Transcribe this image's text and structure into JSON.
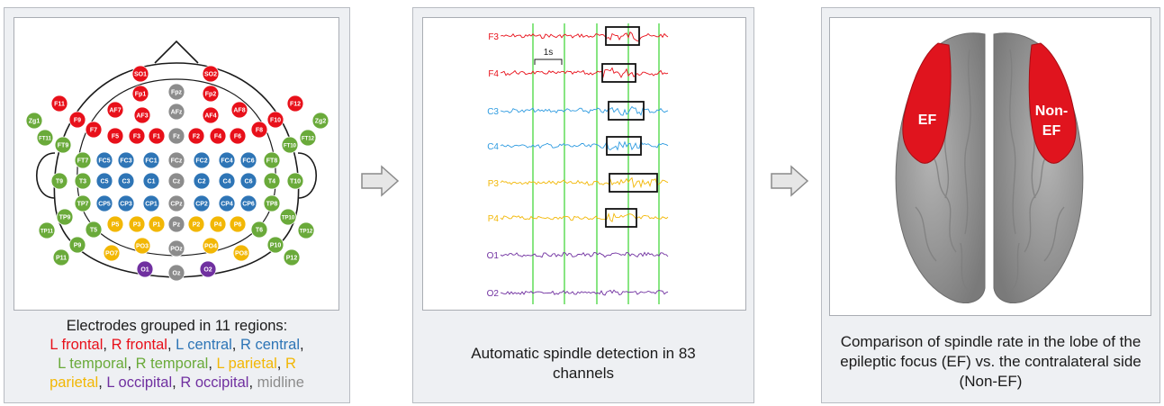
{
  "panel1": {
    "caption_line1": "Electrodes grouped in 11 regions:",
    "regions": [
      {
        "text": "L frontal",
        "color": "#e8101a"
      },
      {
        "text": ", ",
        "color": "#1a1a1a"
      },
      {
        "text": "R frontal",
        "color": "#e8101a"
      },
      {
        "text": ", ",
        "color": "#1a1a1a"
      },
      {
        "text": "L central",
        "color": "#2e75b6"
      },
      {
        "text": ", ",
        "color": "#1a1a1a"
      },
      {
        "text": "R central",
        "color": "#2e75b6"
      },
      {
        "text": ",",
        "color": "#1a1a1a"
      },
      {
        "text": "L temporal",
        "color": "#6aaa3a"
      },
      {
        "text": ", ",
        "color": "#1a1a1a"
      },
      {
        "text": "R temporal",
        "color": "#6aaa3a"
      },
      {
        "text": ", ",
        "color": "#1a1a1a"
      },
      {
        "text": "L parietal",
        "color": "#f2b705"
      },
      {
        "text": ", ",
        "color": "#1a1a1a"
      },
      {
        "text": "R",
        "color": "#f2b705"
      },
      {
        "text": "parietal",
        "color": "#f2b705"
      },
      {
        "text": ", ",
        "color": "#1a1a1a"
      },
      {
        "text": "L occipital",
        "color": "#7030a0"
      },
      {
        "text": ", ",
        "color": "#1a1a1a"
      },
      {
        "text": "R occipital",
        "color": "#7030a0"
      },
      {
        "text": ", ",
        "color": "#1a1a1a"
      },
      {
        "text": "midline",
        "color": "#8c8c8c"
      }
    ],
    "colors": {
      "frontal": "#e8101a",
      "central": "#2e75b6",
      "temporal": "#6aaa3a",
      "parietal": "#f2b705",
      "occipital": "#7030a0",
      "midline": "#8c8c8c"
    },
    "electrodes": [
      {
        "label": "SO1",
        "group": "frontal"
      },
      {
        "label": "SO2",
        "group": "frontal"
      },
      {
        "label": "Fp1",
        "group": "frontal"
      },
      {
        "label": "Fpz",
        "group": "midline"
      },
      {
        "label": "Fp2",
        "group": "frontal"
      },
      {
        "label": "F11",
        "group": "frontal"
      },
      {
        "label": "F12",
        "group": "frontal"
      },
      {
        "label": "AF7",
        "group": "frontal"
      },
      {
        "label": "AFz",
        "group": "midline"
      },
      {
        "label": "AF8",
        "group": "frontal"
      },
      {
        "label": "F9",
        "group": "frontal"
      },
      {
        "label": "AF3",
        "group": "frontal"
      },
      {
        "label": "AF4",
        "group": "frontal"
      },
      {
        "label": "F10",
        "group": "frontal"
      },
      {
        "label": "Zg1",
        "group": "temporal"
      },
      {
        "label": "Zg2",
        "group": "temporal"
      },
      {
        "label": "F7",
        "group": "frontal"
      },
      {
        "label": "F8",
        "group": "frontal"
      },
      {
        "label": "FT11",
        "group": "temporal"
      },
      {
        "label": "FT12",
        "group": "temporal"
      },
      {
        "label": "F5",
        "group": "frontal"
      },
      {
        "label": "F3",
        "group": "frontal"
      },
      {
        "label": "F1",
        "group": "frontal"
      },
      {
        "label": "Fz",
        "group": "midline"
      },
      {
        "label": "F2",
        "group": "frontal"
      },
      {
        "label": "F4",
        "group": "frontal"
      },
      {
        "label": "F6",
        "group": "frontal"
      },
      {
        "label": "FT9",
        "group": "temporal"
      },
      {
        "label": "FT10",
        "group": "temporal"
      },
      {
        "label": "FT7",
        "group": "temporal"
      },
      {
        "label": "FC5",
        "group": "central"
      },
      {
        "label": "FC3",
        "group": "central"
      },
      {
        "label": "FC1",
        "group": "central"
      },
      {
        "label": "FCz",
        "group": "midline"
      },
      {
        "label": "FC2",
        "group": "central"
      },
      {
        "label": "FC4",
        "group": "central"
      },
      {
        "label": "FC6",
        "group": "central"
      },
      {
        "label": "FT8",
        "group": "temporal"
      },
      {
        "label": "T9",
        "group": "temporal"
      },
      {
        "label": "T3",
        "group": "temporal"
      },
      {
        "label": "C5",
        "group": "central"
      },
      {
        "label": "C3",
        "group": "central"
      },
      {
        "label": "C1",
        "group": "central"
      },
      {
        "label": "Cz",
        "group": "midline"
      },
      {
        "label": "C2",
        "group": "central"
      },
      {
        "label": "C4",
        "group": "central"
      },
      {
        "label": "C6",
        "group": "central"
      },
      {
        "label": "T4",
        "group": "temporal"
      },
      {
        "label": "T10",
        "group": "temporal"
      },
      {
        "label": "TP7",
        "group": "temporal"
      },
      {
        "label": "CP5",
        "group": "central"
      },
      {
        "label": "CP3",
        "group": "central"
      },
      {
        "label": "CP1",
        "group": "central"
      },
      {
        "label": "CPz",
        "group": "midline"
      },
      {
        "label": "CP2",
        "group": "central"
      },
      {
        "label": "CP4",
        "group": "central"
      },
      {
        "label": "CP6",
        "group": "central"
      },
      {
        "label": "TP8",
        "group": "temporal"
      },
      {
        "label": "TP9",
        "group": "temporal"
      },
      {
        "label": "TP10",
        "group": "temporal"
      },
      {
        "label": "TP11",
        "group": "temporal"
      },
      {
        "label": "TP12",
        "group": "temporal"
      },
      {
        "label": "T5",
        "group": "temporal"
      },
      {
        "label": "P5",
        "group": "parietal"
      },
      {
        "label": "P3",
        "group": "parietal"
      },
      {
        "label": "P1",
        "group": "parietal"
      },
      {
        "label": "Pz",
        "group": "midline"
      },
      {
        "label": "P2",
        "group": "parietal"
      },
      {
        "label": "P4",
        "group": "parietal"
      },
      {
        "label": "P6",
        "group": "parietal"
      },
      {
        "label": "T6",
        "group": "temporal"
      },
      {
        "label": "P9",
        "group": "temporal"
      },
      {
        "label": "P10",
        "group": "temporal"
      },
      {
        "label": "PO7",
        "group": "parietal"
      },
      {
        "label": "PO3",
        "group": "parietal"
      },
      {
        "label": "POz",
        "group": "midline"
      },
      {
        "label": "PO4",
        "group": "parietal"
      },
      {
        "label": "PO8",
        "group": "parietal"
      },
      {
        "label": "P11",
        "group": "temporal"
      },
      {
        "label": "P12",
        "group": "temporal"
      },
      {
        "label": "O1",
        "group": "occipital"
      },
      {
        "label": "Oz",
        "group": "midline"
      },
      {
        "label": "O2",
        "group": "occipital"
      }
    ]
  },
  "panel2": {
    "caption": "Automatic spindle detection in 83 channels",
    "scale_label": "1s",
    "channels": [
      {
        "label": "F3",
        "color": "#e8101a"
      },
      {
        "label": "F4",
        "color": "#e8101a"
      },
      {
        "label": "C3",
        "color": "#2e9be0"
      },
      {
        "label": "C4",
        "color": "#2e9be0"
      },
      {
        "label": "P3",
        "color": "#f2b705"
      },
      {
        "label": "P4",
        "color": "#f2b705"
      },
      {
        "label": "O1",
        "color": "#7030a0"
      },
      {
        "label": "O2",
        "color": "#7030a0"
      }
    ]
  },
  "panel3": {
    "caption": "Comparison of spindle rate in the lobe of the epileptic focus (EF) vs. the contralateral side (Non-EF)",
    "ef_label": "EF",
    "nonef_label_1": "Non-",
    "nonef_label_2": "EF",
    "colors": {
      "brain": "#9a9a9a",
      "lobe": "#e0141e"
    }
  }
}
